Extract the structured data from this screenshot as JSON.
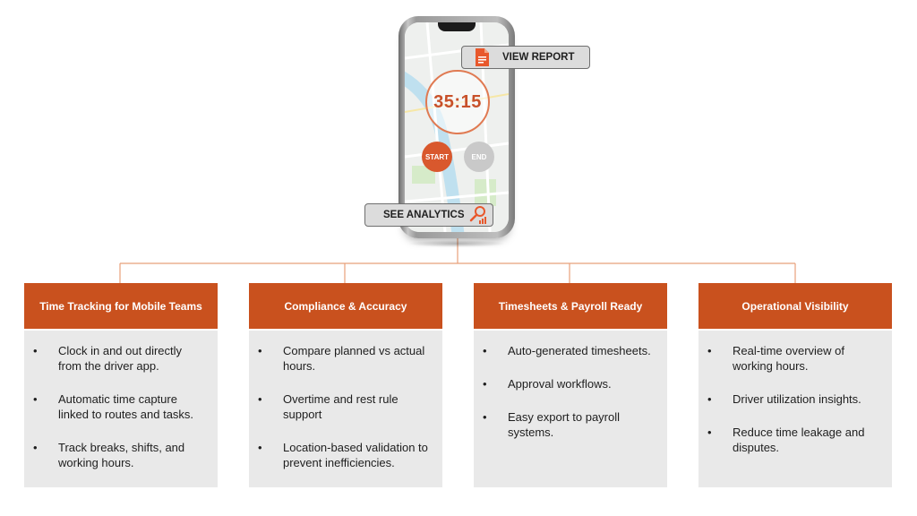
{
  "phone": {
    "timer": "35:15",
    "start_label": "START",
    "end_label": "END"
  },
  "callouts": {
    "view_report": "VIEW REPORT",
    "see_analytics": "SEE ANALYTICS"
  },
  "colors": {
    "accent": "#c9511e",
    "card_body": "#e9e9e9",
    "connector": "#e8a07a"
  },
  "icons": {
    "report": "document-icon",
    "analytics": "magnifier-chart-icon"
  },
  "cards": [
    {
      "title": "Time Tracking for Mobile Teams",
      "bullets": [
        "Clock in and out directly from the driver app.",
        "Automatic time capture linked to routes and tasks.",
        "Track breaks, shifts, and working hours."
      ]
    },
    {
      "title": "Compliance & Accuracy",
      "bullets": [
        "Compare planned vs actual hours.",
        "Overtime and rest rule support",
        "Location-based validation to prevent inefficiencies."
      ]
    },
    {
      "title": "Timesheets & Payroll Ready",
      "bullets": [
        "Auto-generated timesheets.",
        "Approval workflows.",
        "Easy export to payroll systems."
      ]
    },
    {
      "title": "Operational Visibility",
      "bullets": [
        "Real-time overview of working hours.",
        "Driver utilization insights.",
        "Reduce time leakage and disputes."
      ]
    }
  ]
}
